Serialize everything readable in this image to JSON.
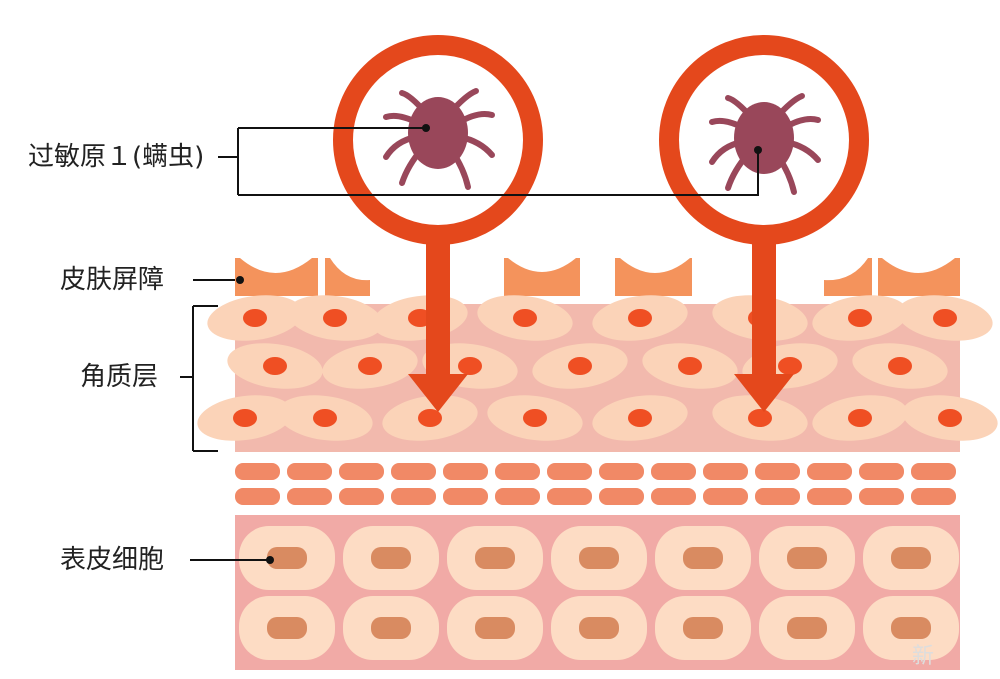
{
  "labels": {
    "allergen": "过敏原１(螨虫)",
    "skin_barrier": "皮肤屏障",
    "stratum_corneum": "角质层",
    "epidermal_cells": "表皮细胞"
  },
  "watermark": "新",
  "colors": {
    "ring": "#e4481c",
    "mite": "#99475a",
    "barrier_tile": "#f4935c",
    "corneum_bg": "#f2b9ad",
    "cell_body": "#fbd3b8",
    "nucleus": "#ef4f23",
    "band_tile": "#f18966",
    "epi_bg": "#f1aaa6",
    "epi_cell": "#fddcc4",
    "epi_nucleus": "#d98b61",
    "leader": "#111111"
  }
}
